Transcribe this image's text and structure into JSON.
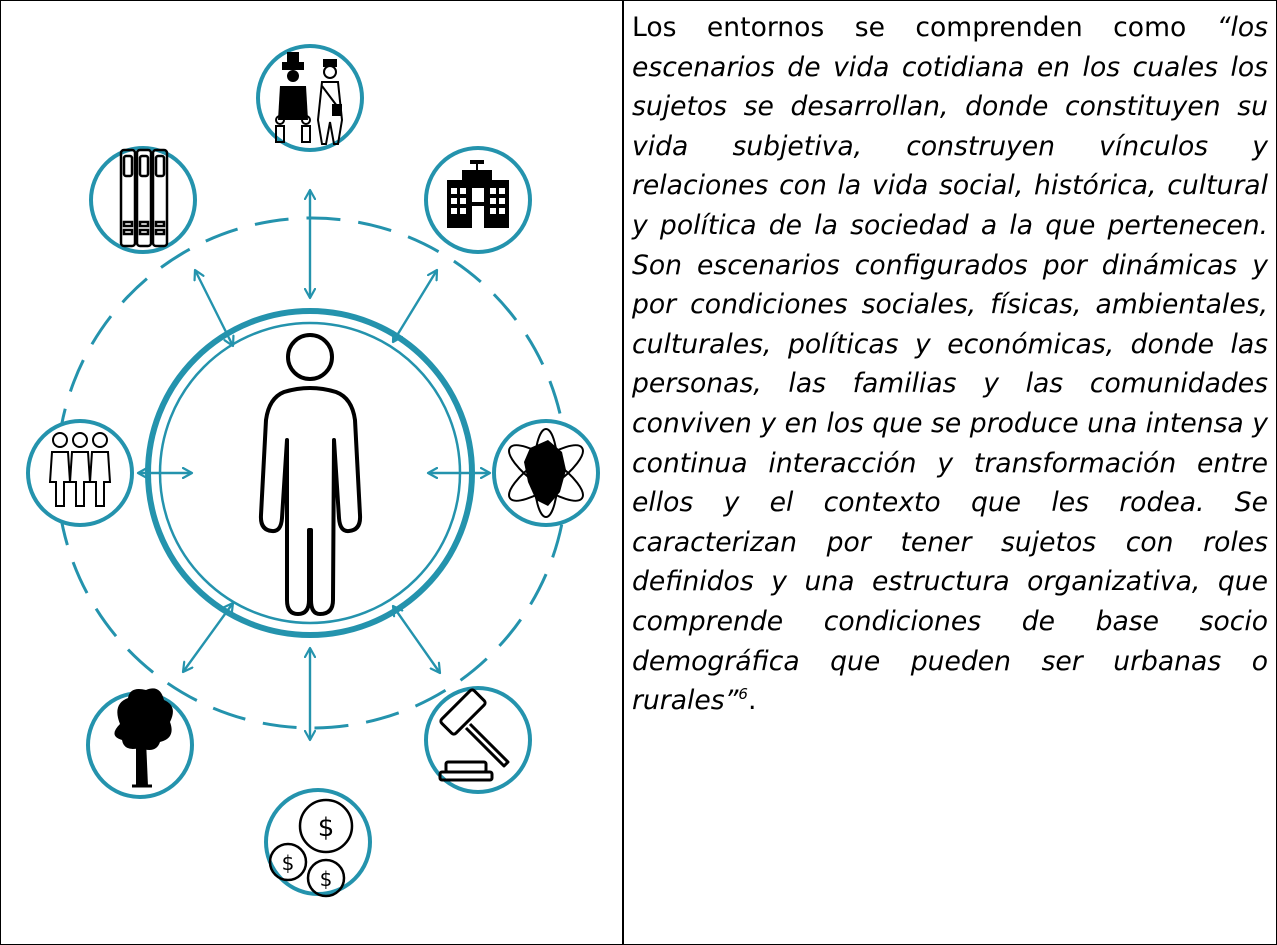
{
  "colors": {
    "accent": "#2493ad",
    "ink": "#000000"
  },
  "figure": {
    "center": "person-icon",
    "nodes": [
      "family-icon",
      "buildings-icon",
      "globe-map-icon",
      "gavel-icon",
      "coins-icon",
      "tree-icon",
      "group-icon",
      "books-icon"
    ]
  },
  "text": {
    "intro": "Los entornos se comprenden como ",
    "quote": "“los escenarios de vida cotidiana en los cuales los sujetos se desarrollan, donde constituyen su vida subjetiva, construyen vínculos y relaciones con la vida social, histórica, cultural y política de la sociedad a la que pertenecen. Son escenarios configurados por dinámicas y por condiciones sociales, físicas, ambientales, culturales, políticas y económicas, donde las personas, las familias y las comunidades conviven y en los que se produce una intensa y continua interacción y transformación entre ellos y el contexto que les rodea. Se caracterizan por tener sujetos con roles definidos y una estructura organizativa, que comprende condiciones de base socio demográfica que pueden ser urbanas o rurales”",
    "footnote": "6",
    "end": "."
  }
}
